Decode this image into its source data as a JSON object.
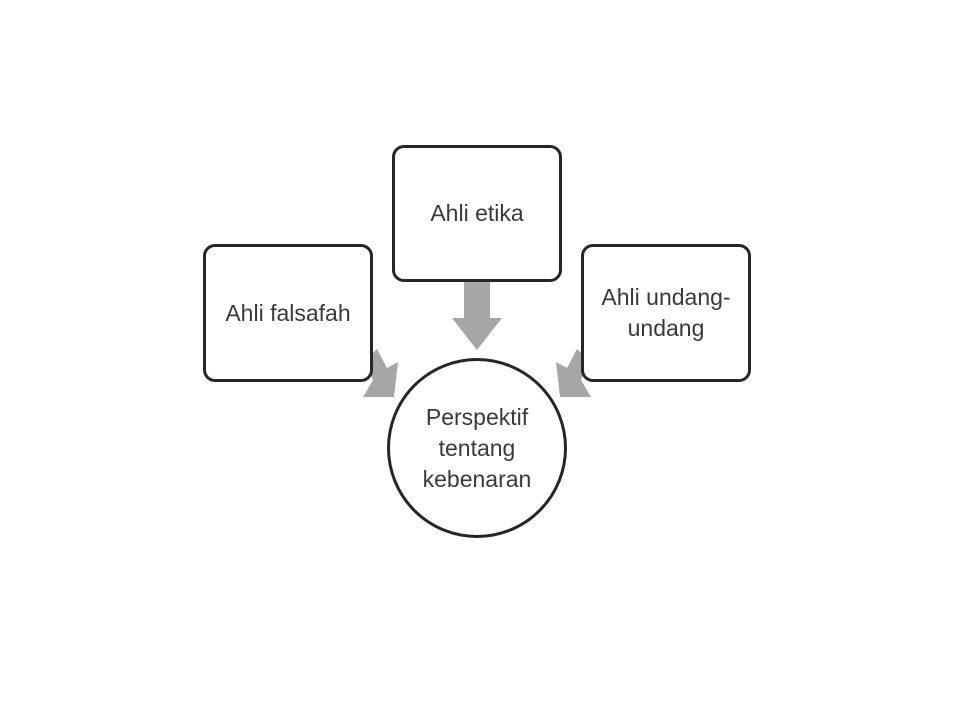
{
  "diagram": {
    "nodes": {
      "top": {
        "label": "Ahli etika"
      },
      "left": {
        "label": "Ahli falsafah"
      },
      "right": {
        "label": "Ahli undang-\nundang"
      },
      "center": {
        "label": "Perspektif\ntentang\nkebenaran"
      }
    },
    "edges": [
      {
        "from": "Ahli etika",
        "to": "Perspektif tentang kebenaran"
      },
      {
        "from": "Ahli falsafah",
        "to": "Perspektif tentang kebenaran"
      },
      {
        "from": "Ahli undang-undang",
        "to": "Perspektif tentang kebenaran"
      }
    ],
    "colors": {
      "border": "#262626",
      "arrow": "#a6a6a6",
      "text": "#3a3a3a",
      "background": "#ffffff"
    }
  }
}
